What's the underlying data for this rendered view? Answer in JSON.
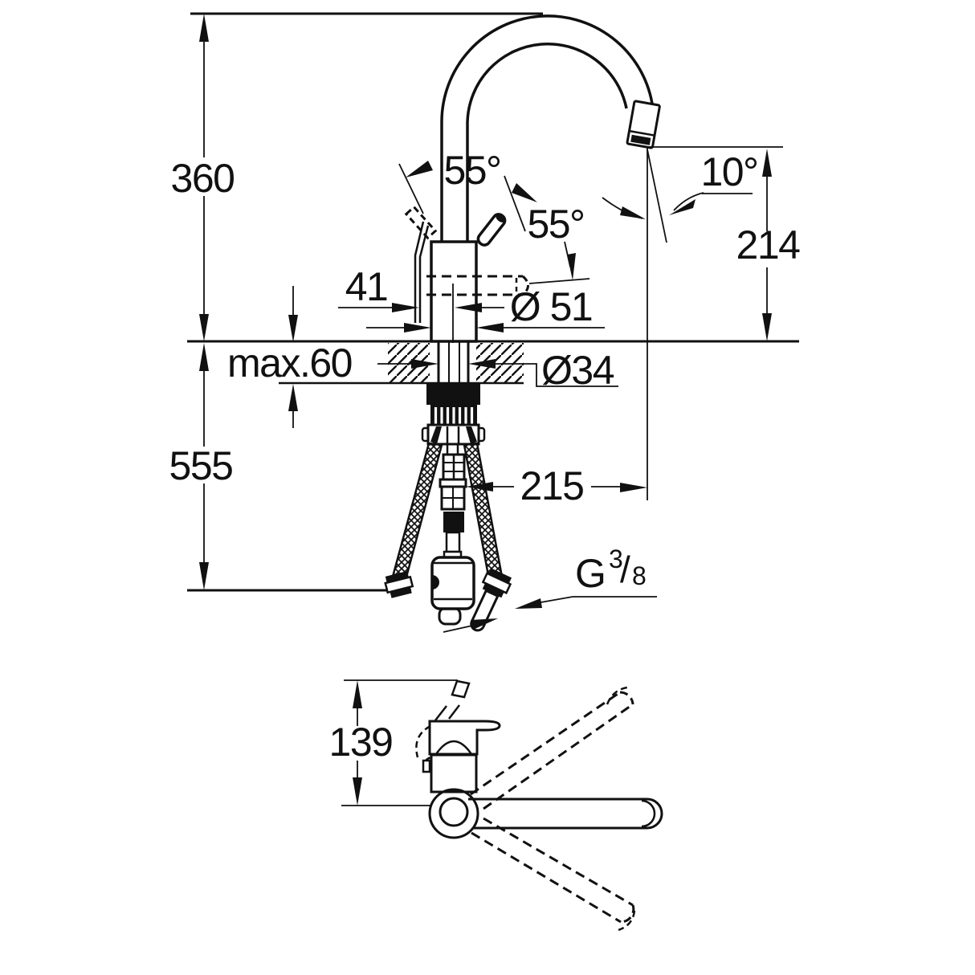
{
  "drawing": {
    "type": "technical-dimension-drawing",
    "subject": "single-lever kitchen faucet with pull-out spout, installation dimensions",
    "colors": {
      "line": "#111111",
      "background": "#ffffff"
    },
    "front_view": {
      "height_above_deck": "360",
      "height_below_deck": "555",
      "deck_thickness_max": "max.60",
      "handle_clearance": "41",
      "body_diameter": "Ø 51",
      "shank_diameter": "Ø34",
      "outlet_height": "214",
      "spout_reach": "215",
      "lever_swing_angle": "55°",
      "lever_front_angle": "55°",
      "jet_angle": "10°",
      "supply_thread": {
        "g": "G",
        "numerator": "3",
        "slash": "/",
        "denominator": "8"
      }
    },
    "top_view": {
      "body_depth": "139"
    }
  }
}
